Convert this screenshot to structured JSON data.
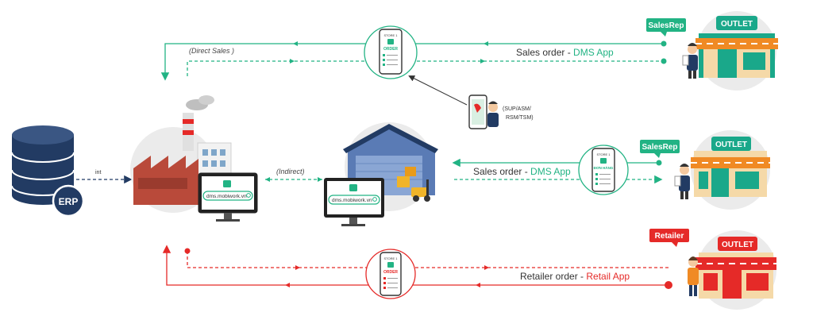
{
  "colors": {
    "green": "#22b384",
    "red": "#e52a28",
    "navy": "#223b63",
    "grey_circle": "#ebebeb",
    "outlet_teal": "#1aa88a",
    "awning_orange": "#f08a24"
  },
  "erp": {
    "label": "ERP"
  },
  "int_label": "int",
  "direct_sales": "(Direct Sales )",
  "indirect": "(Indirect)",
  "url": "dms.mobiwork.vn",
  "roles": {
    "line1": "(SUP/ASM/",
    "line2": "RSM/TSM)"
  },
  "top_flow": {
    "prefix": "Sales order - ",
    "app": "DMS App",
    "phone_store": "STORE 1",
    "phone_title": "ORDER",
    "tag": "SalesRep",
    "outlet": "OUTLET"
  },
  "middle_flow": {
    "prefix": "Sales order - ",
    "app": "DMS App",
    "phone_store": "STORE 1",
    "phone_title": "ĐƠN HÀNG",
    "tag": "SalesRep",
    "outlet": "OUTLET"
  },
  "bottom_flow": {
    "prefix": "Retailer order - ",
    "app": "Retail App",
    "phone_store": "STORE 1",
    "phone_title": "ORDER",
    "tag": "Retailer",
    "outlet": "OUTLET"
  },
  "icons": [
    "database-icon",
    "factory-icon",
    "warehouse-icon",
    "monitor-icon",
    "phone-icon",
    "salesman-icon",
    "supervisor-icon",
    "retailer-icon",
    "outlet-store-icon",
    "search-icon",
    "forklift-icon"
  ]
}
